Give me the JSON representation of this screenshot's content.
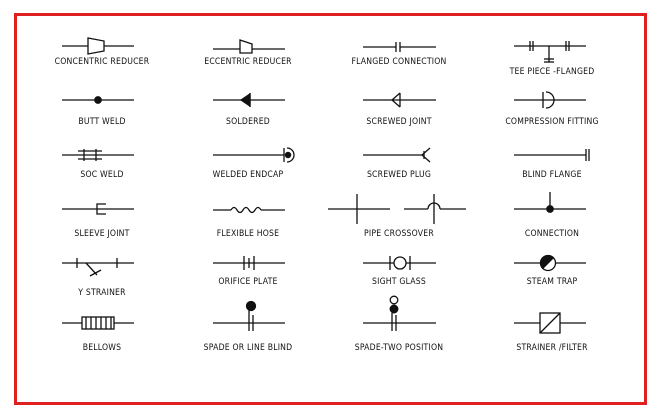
{
  "frame_color": "#e02020",
  "symbols": [
    {
      "id": "concentric-reducer",
      "label": "CONCENTRIC REDUCER"
    },
    {
      "id": "eccentric-reducer",
      "label": "ECCENTRIC  REDUCER"
    },
    {
      "id": "flanged-connection",
      "label": "FLANGED CONNECTION"
    },
    {
      "id": "tee-piece-flanged",
      "label": "TEE PIECE -FLANGED"
    },
    {
      "id": "butt-weld",
      "label": "BUTT WELD"
    },
    {
      "id": "soldered",
      "label": "SOLDERED"
    },
    {
      "id": "screwed-joint",
      "label": "SCREWED JOINT"
    },
    {
      "id": "compression-fitting",
      "label": "COMPRESSION FITTING"
    },
    {
      "id": "soc-weld",
      "label": "SOC  WELD"
    },
    {
      "id": "welded-endcap",
      "label": "WELDED ENDCAP"
    },
    {
      "id": "screwed-plug",
      "label": "SCREWED  PLUG"
    },
    {
      "id": "blind-flange",
      "label": "BLIND FLANGE"
    },
    {
      "id": "sleeve-joint",
      "label": "SLEEVE JOINT"
    },
    {
      "id": "flexible-hose",
      "label": "FLEXIBLE HOSE"
    },
    {
      "id": "pipe-crossover",
      "label": "PIPE CROSSOVER"
    },
    {
      "id": "connection",
      "label": "CONNECTION"
    },
    {
      "id": "y-strainer",
      "label": "Y STRAINER"
    },
    {
      "id": "orifice-plate",
      "label": "ORIFICE PLATE"
    },
    {
      "id": "sight-glass",
      "label": "SIGHT GLASS"
    },
    {
      "id": "steam-trap",
      "label": "STEAM TRAP"
    },
    {
      "id": "bellows",
      "label": "BELLOWS"
    },
    {
      "id": "spade-or-line-blind",
      "label": "SPADE OR LINE BLIND"
    },
    {
      "id": "spade-two-position",
      "label": "SPADE-TWO POSITION"
    },
    {
      "id": "strainer-filter",
      "label": "STRAINER /FILTER"
    }
  ]
}
